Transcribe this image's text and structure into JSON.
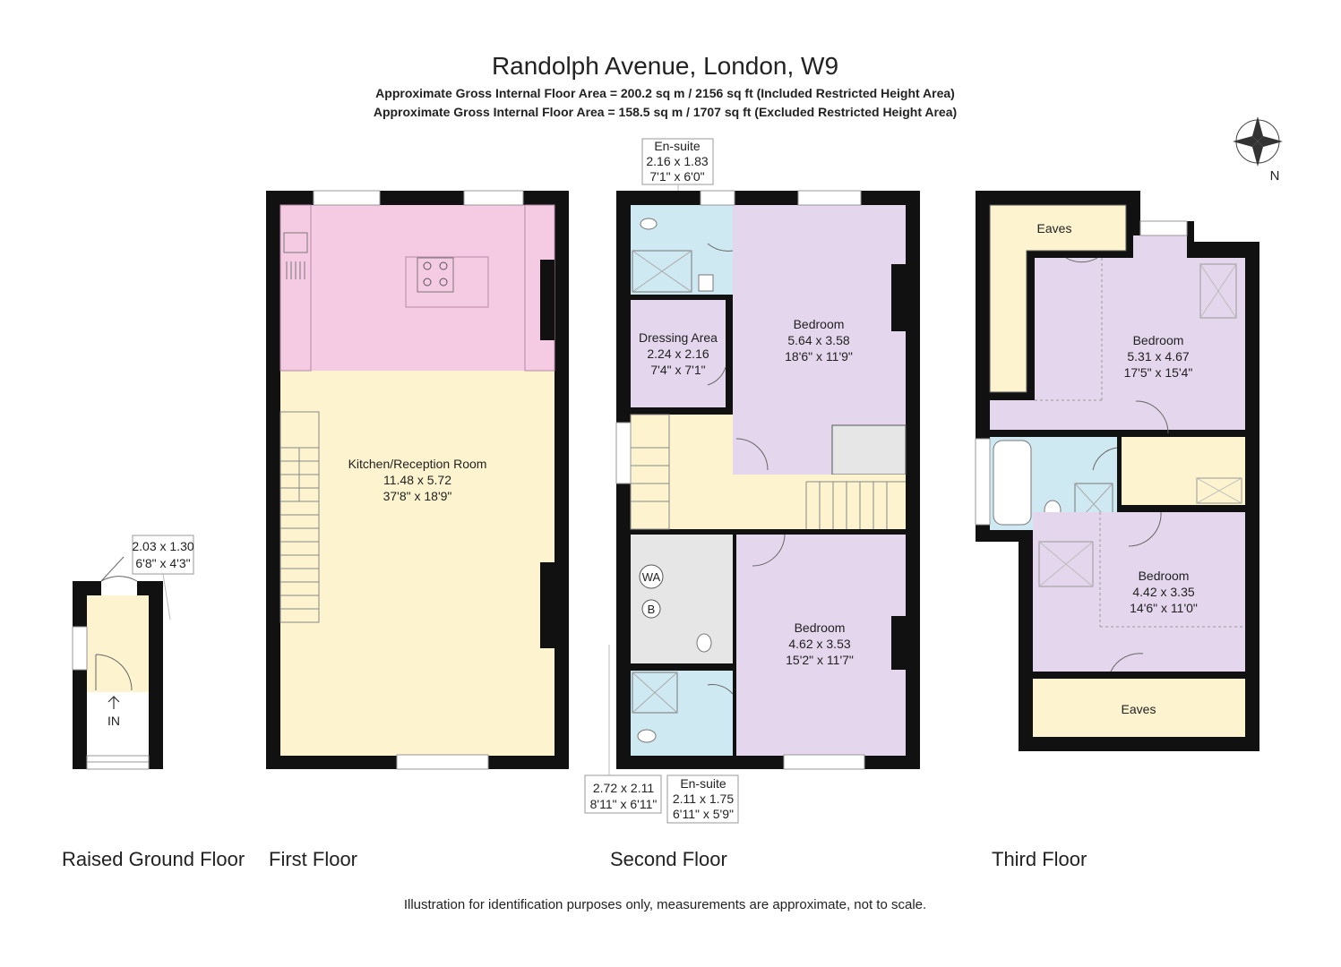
{
  "header": {
    "title": "Randolph Avenue, London, W9",
    "area_included": "Approximate Gross Internal Floor Area = 200.2 sq m / 2156 sq ft (Included Restricted Height Area)",
    "area_excluded": "Approximate Gross Internal Floor Area = 158.5 sq m / 1707 sq ft (Excluded Restricted Height Area)"
  },
  "compass": {
    "label": "N",
    "icon": "compass-rose-icon"
  },
  "floors": {
    "raised_ground": "Raised Ground Floor",
    "first": "First Floor",
    "second": "Second Floor",
    "third": "Third Floor"
  },
  "rooms": {
    "porch": {
      "metric": "2.03 x 1.30",
      "imperial": "6'8\" x 4'3\"",
      "entry": "IN"
    },
    "kitchen": {
      "name": "Kitchen/Reception Room",
      "metric": "11.48 x 5.72",
      "imperial": "37'8\" x 18'9\""
    },
    "ensuite_top": {
      "name": "En-suite",
      "metric": "2.16 x 1.83",
      "imperial": "7'1\" x 6'0\""
    },
    "dressing": {
      "name": "Dressing Area",
      "metric": "2.24 x 2.16",
      "imperial": "7'4\" x 7'1\""
    },
    "bedroom_2a": {
      "name": "Bedroom",
      "metric": "5.64 x 3.58",
      "imperial": "18'6\" x 11'9\""
    },
    "bedroom_2b": {
      "name": "Bedroom",
      "metric": "4.62 x 3.53",
      "imperial": "15'2\" x 11'7\""
    },
    "utility": {
      "metric": "2.72 x 2.11",
      "imperial": "8'11\" x 6'11\"",
      "wa": "WA",
      "b": "B"
    },
    "ensuite_bottom": {
      "name": "En-suite",
      "metric": "2.11 x 1.75",
      "imperial": "6'11\" x 5'9\""
    },
    "eaves_top": {
      "name": "Eaves"
    },
    "eaves_bottom": {
      "name": "Eaves"
    },
    "bedroom_3a": {
      "name": "Bedroom",
      "metric": "5.31 x 4.67",
      "imperial": "17'5\" x 15'4\""
    },
    "bedroom_3b": {
      "name": "Bedroom",
      "metric": "4.42 x 3.35",
      "imperial": "14'6\" x 11'0\""
    }
  },
  "colors": {
    "wall": "#111111",
    "kitchen_area": "#f4cbe3",
    "living_area": "#fdf4cf",
    "bedroom": "#e4d6ec",
    "bathroom": "#cfe9f3",
    "storage": "#e6e6e6"
  },
  "footer": {
    "disclaimer": "Illustration for identification purposes only, measurements are approximate, not to scale."
  }
}
